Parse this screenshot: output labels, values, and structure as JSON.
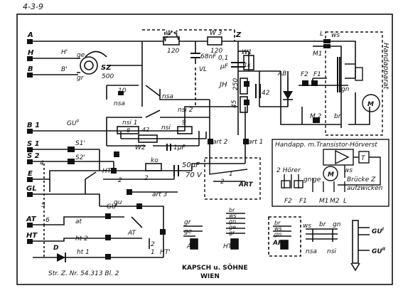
{
  "header": {
    "scribble": "4-3-9"
  },
  "terminals": {
    "A": "A",
    "H": "H",
    "B": "B",
    "B1": "B 1",
    "S1": "S 1",
    "S2": "S 2",
    "E": "E",
    "GL": "GL",
    "AT": "AT",
    "HT": "HT"
  },
  "parts": {
    "W4": "W 4",
    "W4_val": "120",
    "W3": "W 3",
    "W3_val": "120",
    "Z": "Z",
    "W1": "W1",
    "W1_val": "1k",
    "cap_01": "0,1",
    "cap_01_unit": "µF",
    "cap_68n": "68nF",
    "VL": "VL",
    "JH": "JH",
    "r250": "250",
    "r45": "45",
    "c42": "42",
    "AB": "AB",
    "SZ": "SZ",
    "SZ_val": "500",
    "H_prime": "H'",
    "B_prime": "B'",
    "ge": "ge",
    "gr": "gr",
    "num_10": "10",
    "nsa": "nsa",
    "nsi1": "nsi 1",
    "num_8": "8",
    "num_42": "42",
    "nsi": "nsi",
    "num_9": "9",
    "nsi2": "nsi 2",
    "W2": "W2",
    "cap_1uF": "1µF",
    "GU2": "GU",
    "GU2_sup": "II",
    "GU1": "GU",
    "GU1_sup": "I",
    "art2": "art 2",
    "art1": "art 1",
    "art3": "art 3",
    "ART": "ART",
    "sw1": "1",
    "sw2": "2",
    "ko": "ko",
    "cap_50": "50µF",
    "cap_70": "70 V",
    "S1_prime": "S1'",
    "S2_prime": "S2'",
    "HT_prime": "HT'",
    "num_4": "4",
    "num_2a": "2",
    "num_2b": "2",
    "num_5": "5",
    "num_6": "6",
    "gu": "gu",
    "AT_lbl": "AT",
    "at": "at",
    "ht2": "ht 2",
    "ht1": "ht 1",
    "D": "D",
    "num_1": "1",
    "num_2c": "2",
    "L": "L",
    "ws": "ws",
    "M1": "M1",
    "gn": "gn",
    "br": "br",
    "M2": "M 2",
    "F2": "F2",
    "F1": "F1",
    "M": "M",
    "handapparat": "Handapparat"
  },
  "inset": {
    "title": "Handapp. m.Transistor-Hörverst",
    "hoerer": "2 Hörer",
    "gn": "gn",
    "ge": "ge",
    "ws": "ws",
    "bruecke": "Brücke Z",
    "aufzwicken": "aufzwicken",
    "M": "M",
    "T": "T",
    "F2": "F2",
    "F1": "F1",
    "M1": "M1",
    "M2": "M2",
    "L": "L"
  },
  "legend": {
    "gr": "gr",
    "ge": "ge",
    "AT": "AT",
    "br": "br",
    "ws": "ws",
    "gn": "gn",
    "HT": "HT",
    "art_br": "br",
    "art_ws": "ws",
    "art_gn": "gn",
    "ART": "ART",
    "nsa_ws": "ws",
    "nsa_br": "br",
    "nsa_gn": "gn",
    "nsa": "nsa",
    "nsi": "nsi",
    "GUI": "GU",
    "GUI_sup": "I",
    "GUII": "GU",
    "GUII_sup": "II"
  },
  "footer": {
    "drawing_no": "Str. Z. Nr. 54.313  Bl. 2",
    "maker": "KAPSCH u. SÖHNE",
    "city": "WIEN"
  }
}
